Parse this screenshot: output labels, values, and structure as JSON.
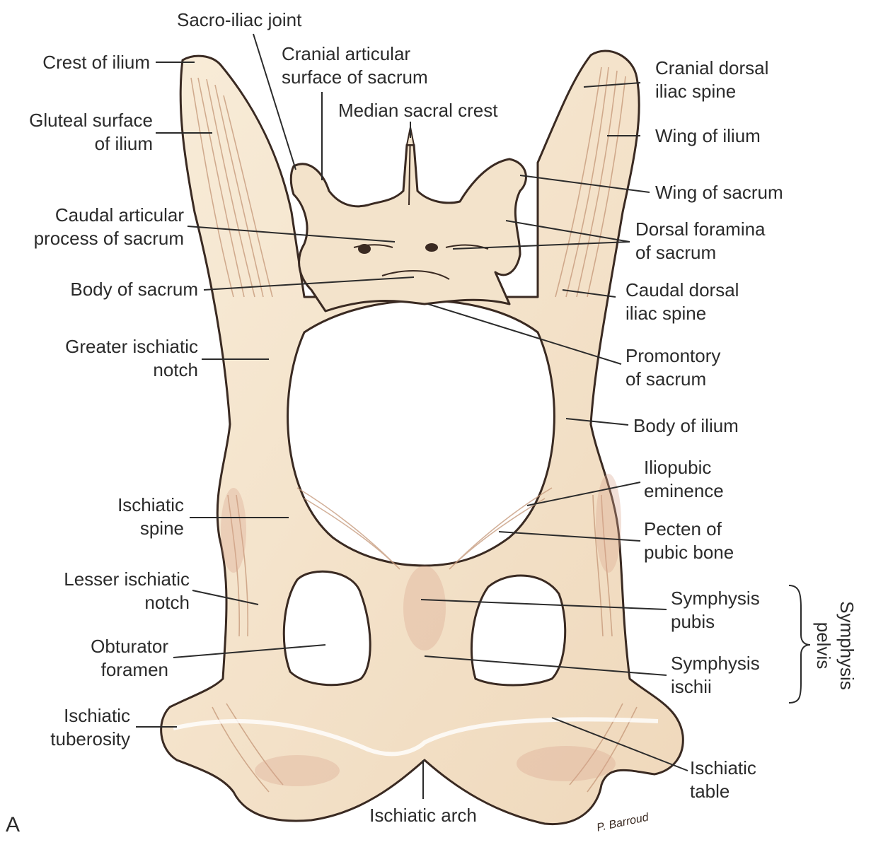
{
  "figure_letter": "A",
  "signature": "P. Barroud",
  "colors": {
    "bone": "#f2dfc3",
    "bone_light": "#f8ecd8",
    "bone_shadow": "#d9b89a",
    "bone_pink": "#d9a790",
    "outline": "#3a2a22",
    "leader": "#2b2b2b",
    "text": "#2b2b2b"
  },
  "labels": {
    "sacro_iliac_joint": [
      "Sacro-iliac joint"
    ],
    "crest_of_ilium": [
      "Crest of ilium"
    ],
    "cranial_articular_surface": [
      "Cranial articular",
      "surface of sacrum"
    ],
    "median_sacral_crest": [
      "Median sacral crest"
    ],
    "gluteal_surface": [
      "Gluteal surface",
      "of ilium"
    ],
    "cranial_dorsal_iliac_spine": [
      "Cranial dorsal",
      "iliac spine"
    ],
    "wing_of_ilium": [
      "Wing of ilium"
    ],
    "wing_of_sacrum": [
      "Wing of sacrum"
    ],
    "caudal_articular_process": [
      "Caudal articular",
      "process of sacrum"
    ],
    "dorsal_foramina": [
      "Dorsal foramina",
      "of sacrum"
    ],
    "body_of_sacrum": [
      "Body of sacrum"
    ],
    "caudal_dorsal_iliac_spine": [
      "Caudal dorsal",
      "iliac spine"
    ],
    "greater_ischiatic_notch": [
      "Greater ischiatic",
      "notch"
    ],
    "promontory_of_sacrum": [
      "Promontory",
      "of sacrum"
    ],
    "body_of_ilium": [
      "Body of ilium"
    ],
    "iliopubic_eminence": [
      "Iliopubic",
      "eminence"
    ],
    "ischiatic_spine": [
      "Ischiatic",
      "spine"
    ],
    "pecten_of_pubic_bone": [
      "Pecten of",
      "pubic bone"
    ],
    "lesser_ischiatic_notch": [
      "Lesser ischiatic",
      "notch"
    ],
    "symphysis_pubis": [
      "Symphysis",
      "pubis"
    ],
    "obturator_foramen": [
      "Obturator",
      "foramen"
    ],
    "symphysis_ischii": [
      "Symphysis",
      "ischii"
    ],
    "symphysis_pelvis": [
      "Symphysis",
      "pelvis"
    ],
    "ischiatic_tuberosity": [
      "Ischiatic",
      "tuberosity"
    ],
    "ischiatic_table": [
      "Ischiatic",
      "table"
    ],
    "ischiatic_arch": [
      "Ischiatic arch"
    ]
  }
}
